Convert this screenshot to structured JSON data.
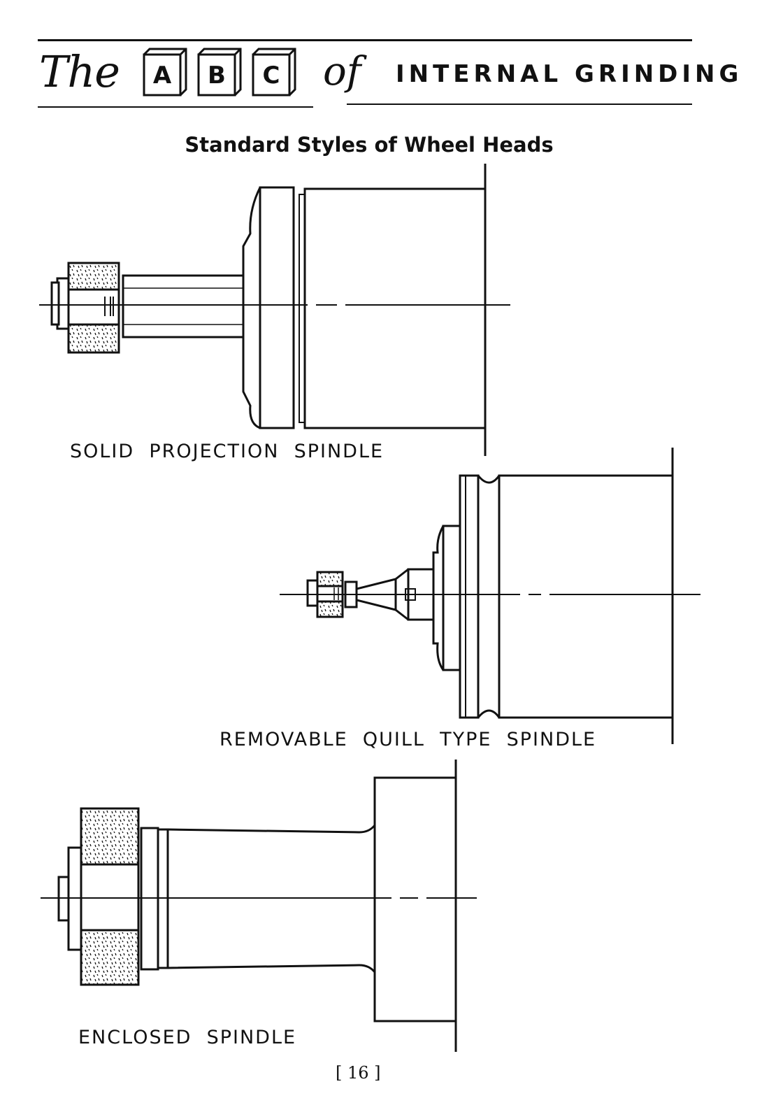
{
  "header": {
    "the": "The",
    "blocks": [
      "A",
      "B",
      "C"
    ],
    "of": "of",
    "subject": "INTERNAL GRINDING"
  },
  "section_title": "Standard Styles of Wheel Heads",
  "figures": [
    {
      "caption": "SOLID  PROJECTION  SPINDLE"
    },
    {
      "caption": "REMOVABLE  QUILL  TYPE  SPINDLE"
    },
    {
      "caption": "ENCLOSED  SPINDLE"
    }
  ],
  "page_number": "[ 16 ]"
}
